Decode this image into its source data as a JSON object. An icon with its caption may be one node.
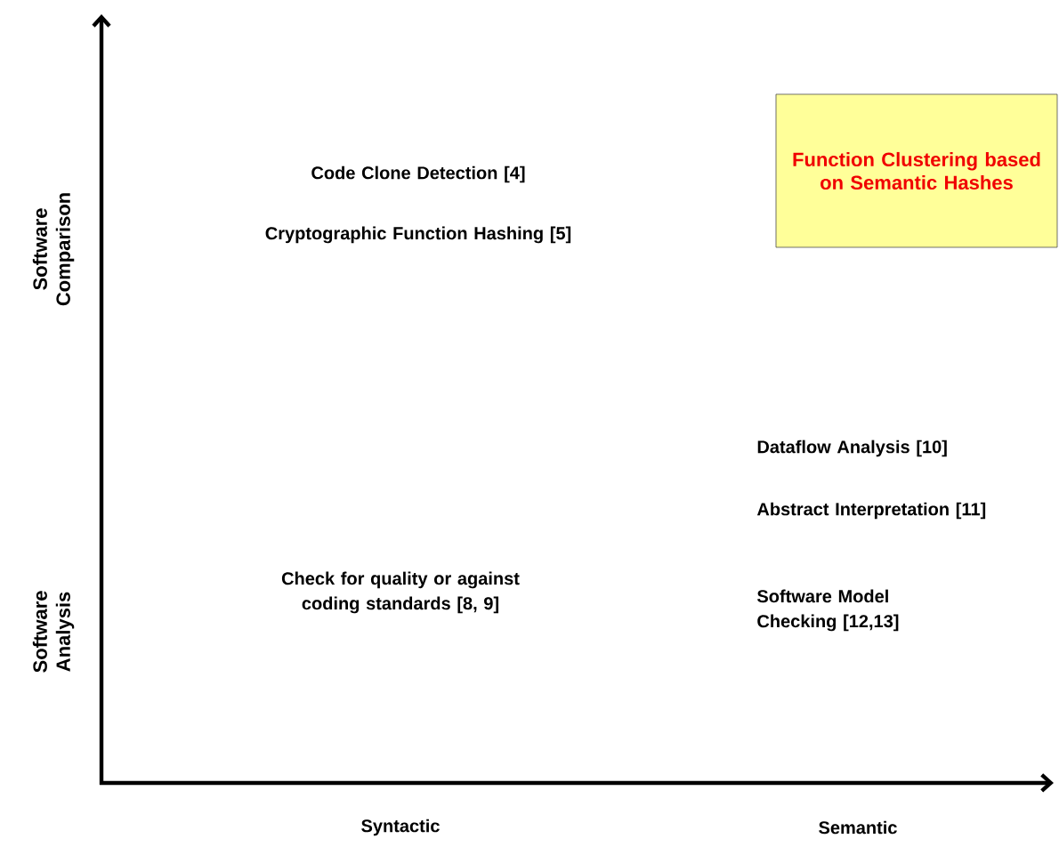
{
  "diagram": {
    "nodes": [
      {
        "text": [
          "Function Clustering based on Semantic Hashes"
        ]
      }
    ],
    "labels": [
      "Software Comparison",
      "Code Clone Detection [4]",
      "Cryptographic Function Hashing [5]",
      "Dataflow Analysis [10]",
      "Abstract Interpretation [11]",
      "Software Analysis",
      "Check for quality or against coding standards [8, 9]",
      "Software Model Checking [12,13]",
      "Syntactic",
      "Semantic"
    ]
  }
}
